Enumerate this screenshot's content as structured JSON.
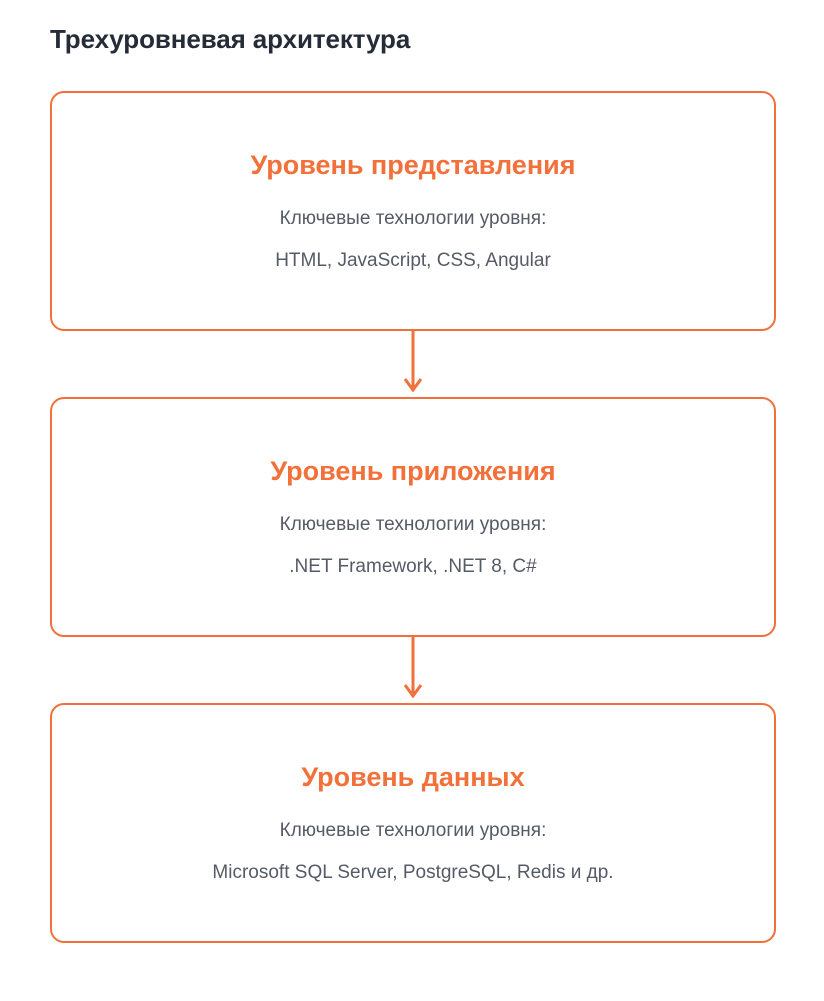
{
  "page": {
    "title": "Трехуровневая архитектура",
    "background_color": "#ffffff"
  },
  "theme": {
    "accent_color": "#f2703a",
    "title_color": "#252b37",
    "body_text_color": "#555b66"
  },
  "diagram": {
    "type": "flowchart-vertical",
    "connector_label": "arrow-down",
    "tiers": [
      {
        "id": "presentation",
        "heading": "Уровень представления",
        "caption": "Ключевые технологии уровня:",
        "technologies": "HTML, JavaScript, CSS, Angular"
      },
      {
        "id": "application",
        "heading": "Уровень приложения",
        "caption": "Ключевые технологии уровня:",
        "technologies": ".NET Framework, .NET 8, C#"
      },
      {
        "id": "data",
        "heading": "Уровень данных",
        "caption": "Ключевые технологии уровня:",
        "technologies": "Microsoft SQL Server, PostgreSQL, Redis и др."
      }
    ]
  }
}
